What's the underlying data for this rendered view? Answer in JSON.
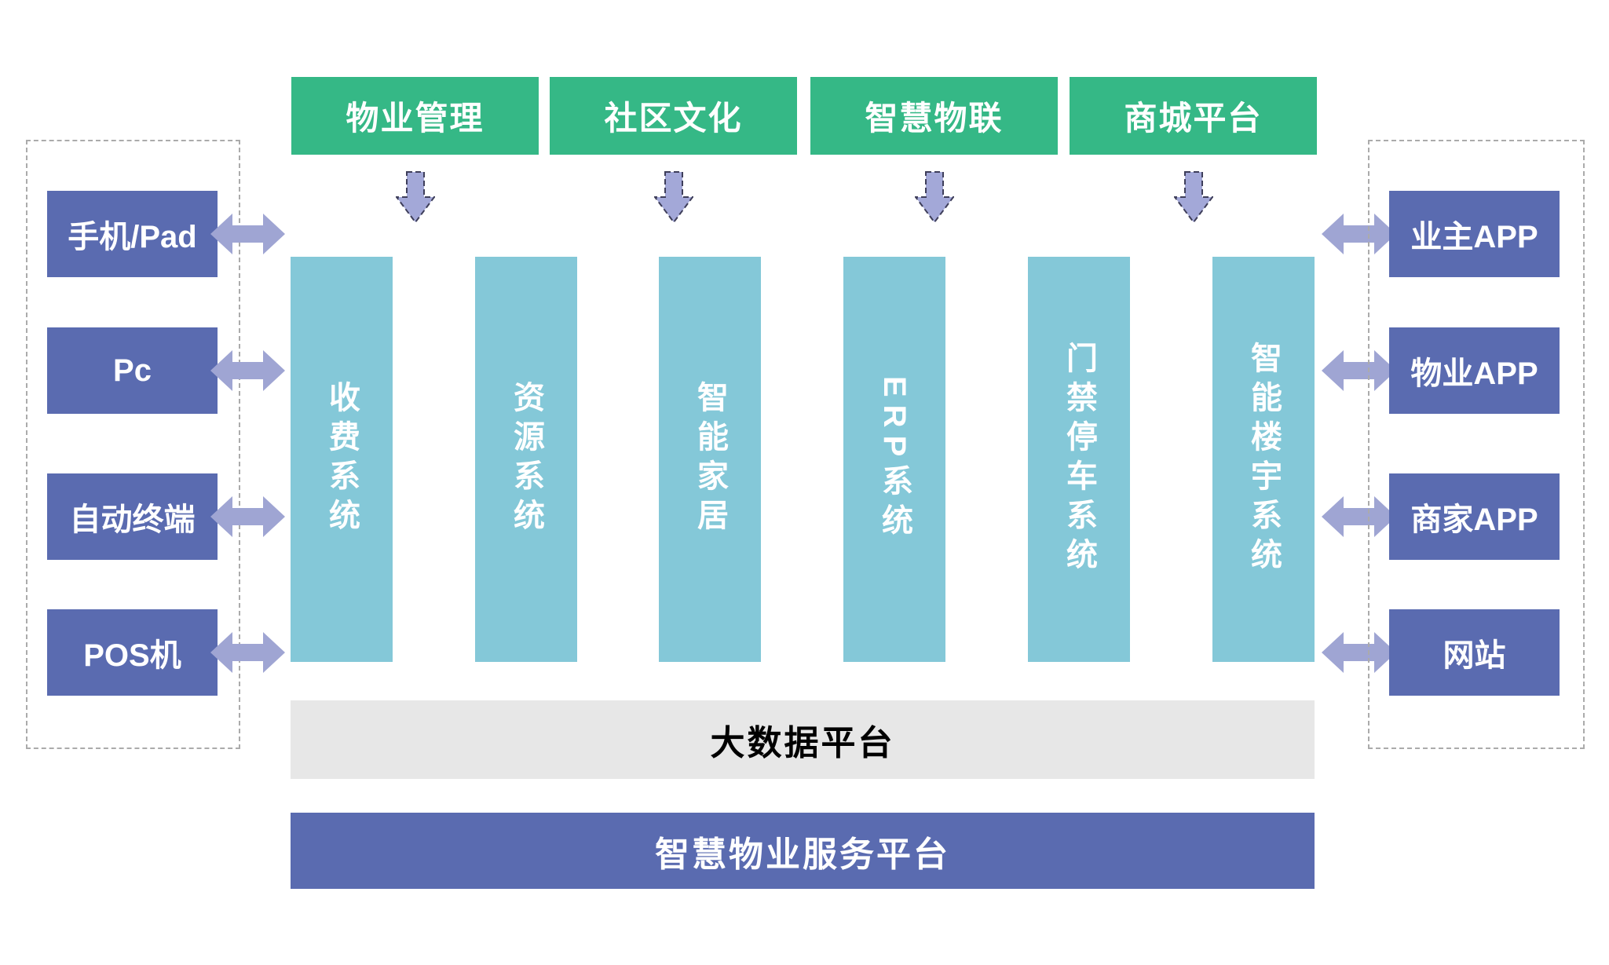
{
  "top_modules": [
    {
      "label": "物业管理"
    },
    {
      "label": "社区文化"
    },
    {
      "label": "智慧物联"
    },
    {
      "label": "商城平台"
    }
  ],
  "systems": [
    {
      "label": "收费系统"
    },
    {
      "label": "资源系统"
    },
    {
      "label": "智能家居"
    },
    {
      "label": "ERP系统"
    },
    {
      "label": "门禁停车系统"
    },
    {
      "label": "智能楼宇系统"
    }
  ],
  "left_devices": [
    {
      "label": "手机/Pad"
    },
    {
      "label": "Pc"
    },
    {
      "label": "自动终端"
    },
    {
      "label": "POS机"
    }
  ],
  "right_apps": [
    {
      "label": "业主APP"
    },
    {
      "label": "物业APP"
    },
    {
      "label": "商家APP"
    },
    {
      "label": "网站"
    }
  ],
  "platforms": {
    "big_data": "大数据平台",
    "service": "智慧物业服务平台"
  },
  "colors": {
    "module_green": "#35B886",
    "box_purple": "#5A6BB0",
    "column_teal": "#84C8D8",
    "arrow_lavender": "#9FA5D3",
    "bar_gray": "#E7E7E7"
  }
}
